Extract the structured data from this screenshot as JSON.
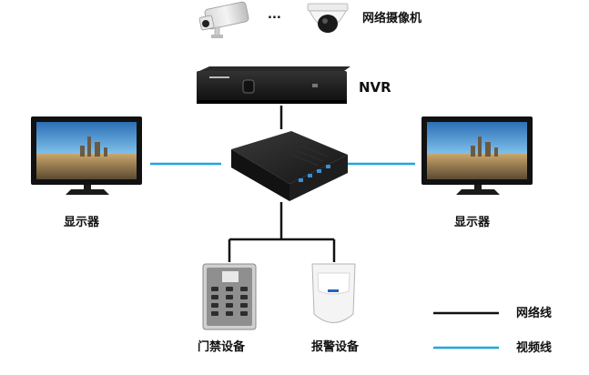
{
  "labels": {
    "camera": "网络摄像机",
    "ellipsis": "...",
    "nvr": "NVR",
    "monitor_left": "显示器",
    "monitor_right": "显示器",
    "access_control": "门禁设备",
    "alarm": "报警设备"
  },
  "legend": {
    "network": "网络线",
    "video": "视频线"
  },
  "colors": {
    "network_line": "#111111",
    "video_line": "#1ea6e0",
    "device_dark": "#1c1c1c",
    "screen_sky": "#4a9fd6"
  }
}
